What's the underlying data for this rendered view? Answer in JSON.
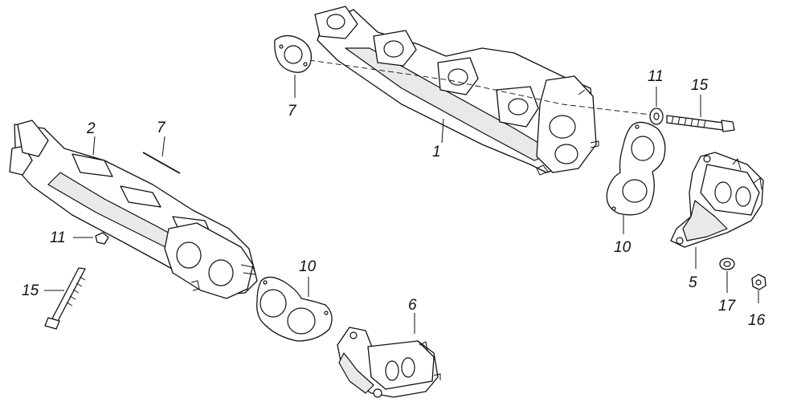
{
  "callouts": {
    "c1": "1",
    "c2": "2",
    "c5": "5",
    "c6": "6",
    "c7a": "7",
    "c7b": "7",
    "c10a": "10",
    "c10b": "10",
    "c11a": "11",
    "c11b": "11",
    "c15a": "15",
    "c15b": "15",
    "c16": "16",
    "c17": "17"
  }
}
